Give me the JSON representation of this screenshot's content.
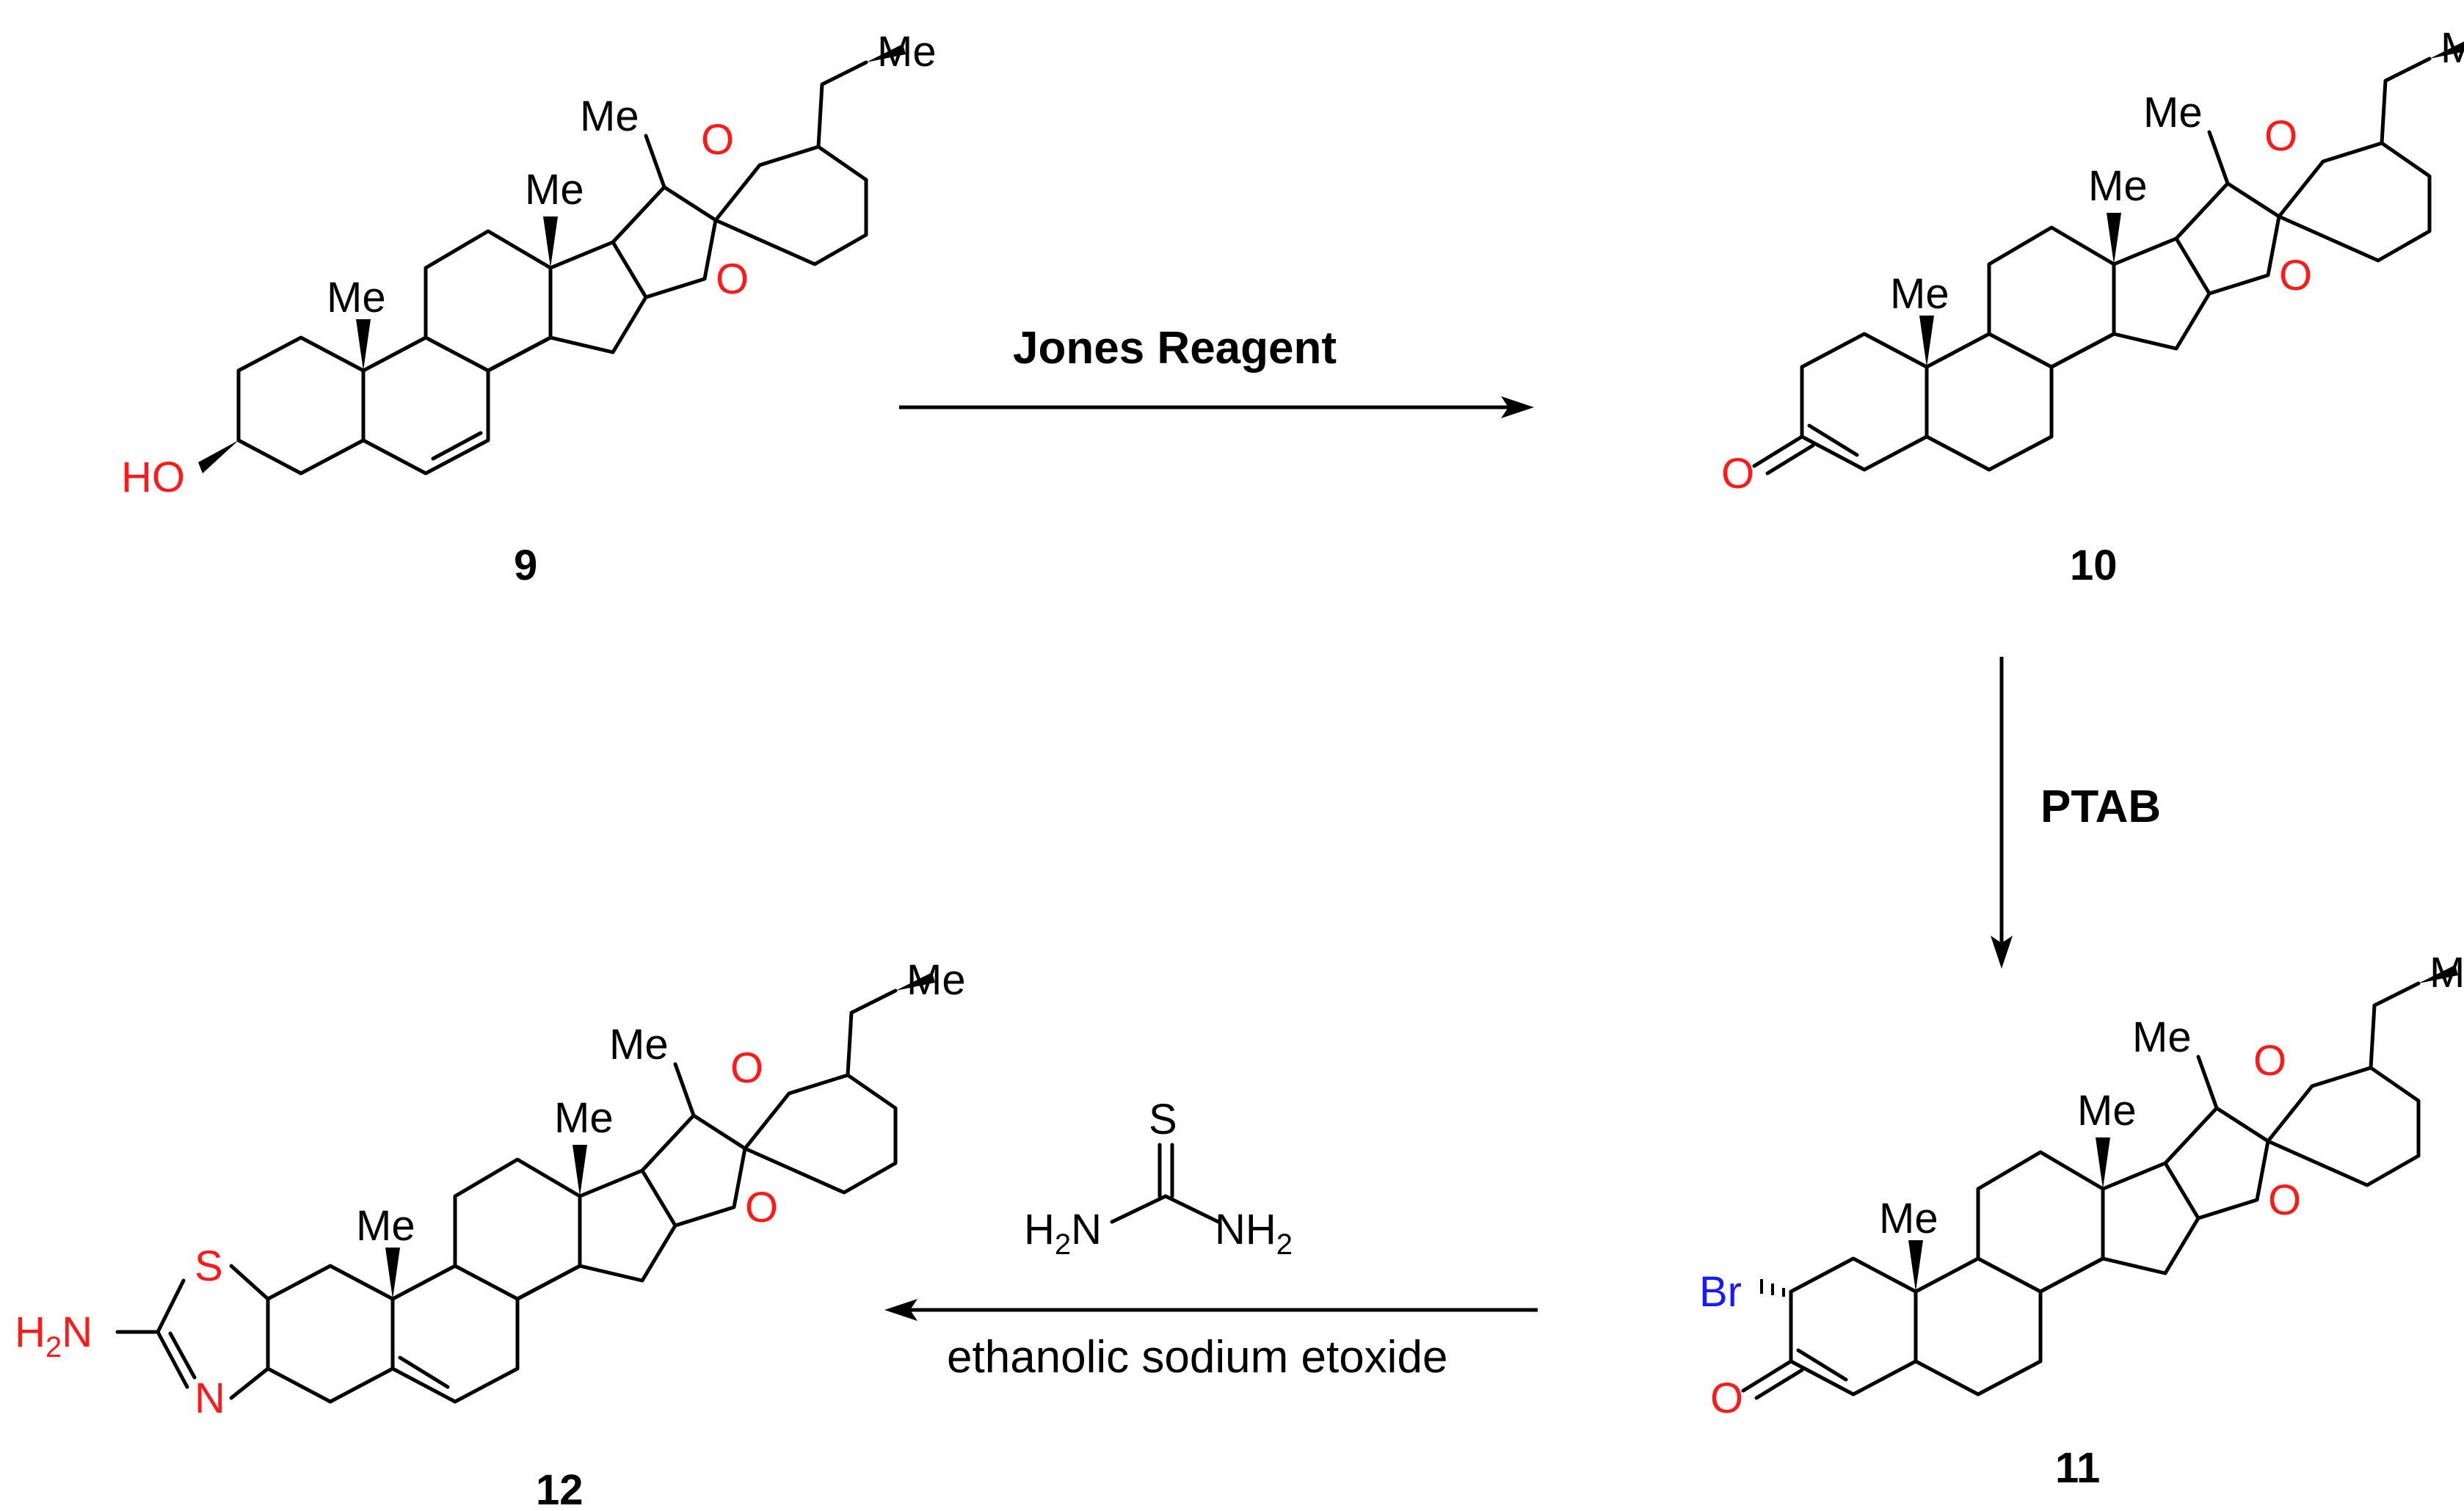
{
  "compounds": [
    {
      "id": "9",
      "label": "9"
    },
    {
      "id": "10",
      "label": "10"
    },
    {
      "id": "11",
      "label": "11"
    },
    {
      "id": "12",
      "label": "12"
    }
  ],
  "atom_labels": {
    "me": "Me",
    "o": "O",
    "ho": "HO",
    "s": "S",
    "n": "N",
    "br": "Br",
    "h2n_h": "H",
    "h2n_2": "2",
    "h2n_n": "N",
    "nh2_n": "N",
    "nh2_h": "H",
    "nh2_2": "2"
  },
  "reactions": [
    {
      "id": "step1",
      "reagent": "Jones Reagent"
    },
    {
      "id": "step2",
      "reagent": "PTAB"
    },
    {
      "id": "step3",
      "reagent": "ethanolic sodium etoxide"
    }
  ],
  "colors": {
    "heteroatom_oxygen_nitrogen_sulfur": "#ff1a1a",
    "bromine": "#1a1aff",
    "bonds": "#000000"
  }
}
